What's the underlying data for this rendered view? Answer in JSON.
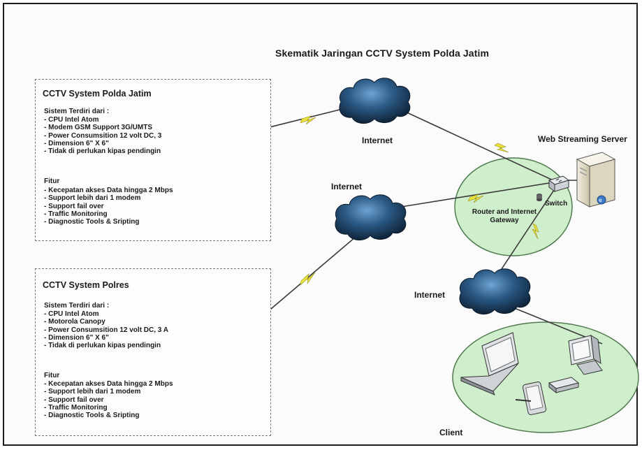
{
  "title": "Skematik Jaringan CCTV System Polda Jatim",
  "panels": [
    {
      "title": "CCTV System Polda Jatim",
      "system_heading": "Sistem Terdiri dari :",
      "system_items": [
        "- CPU Intel Atom",
        "- Modem GSM Support 3G/UMTS",
        "- Power Consumsition 12 volt DC, 3",
        "- Dimension 6\" X 6\"",
        "- Tidak di perlukan kipas pendingin"
      ],
      "features_heading": "Fitur",
      "feature_items": [
        "- Kecepatan akses Data hingga 2 Mbps",
        "- Support lebih dari 1 modem",
        "- Support fail over",
        "- Traffic Monitoring",
        "- Diagnostic Tools & Sripting"
      ]
    },
    {
      "title": "CCTV System Polres",
      "system_heading": "Sistem Terdiri dari :",
      "system_items": [
        "- CPU Intel Atom",
        "- Motorola Canopy",
        "- Power Consumsition 12 volt DC, 3 A",
        "- Dimension 6\" X 6\"",
        "- Tidak di perlukan kipas pendingin"
      ],
      "features_heading": "Fitur",
      "feature_items": [
        "- Kecepatan akses Data hingga 2 Mbps",
        "- Support lebih dari 1 modem",
        "- Support fail over",
        "- Traffic Monitoring",
        "- Diagnostic Tools & Sripting"
      ]
    }
  ],
  "labels": {
    "internet_top": "Internet",
    "internet_mid": "Internet",
    "internet_bottom": "Internet",
    "web_server": "Web Streaming Server",
    "switch": "Switch",
    "router_line1": "Router and Internet",
    "router_line2": "Gateway",
    "client": "Client"
  },
  "colors": {
    "cloud_dark": "#0d2236",
    "cloud_light": "#4f86b8",
    "zone_fill": "#cfeecb",
    "zone_stroke": "#4d7a4d",
    "lightning": "#e8e23a",
    "link": "#333333"
  }
}
